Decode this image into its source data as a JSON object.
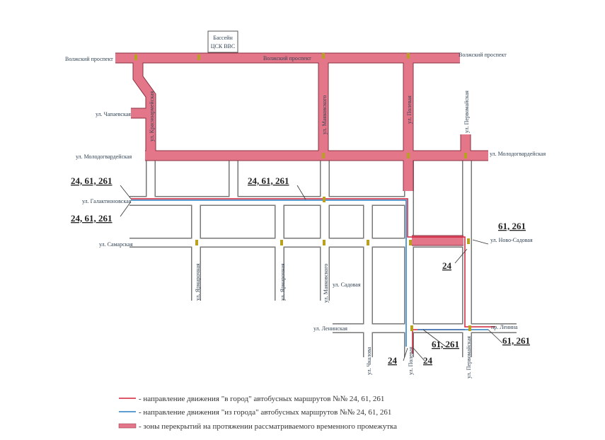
{
  "landmark": {
    "line1": "Бассейн",
    "line2": "ЦСК ВВС"
  },
  "streets": {
    "volzhsky_left": "Волжский проспект",
    "volzhsky_mid": "Волжский проспект",
    "volzhsky_right": "Волжский проспект",
    "chapaevskaya": "ул. Чапаевская",
    "molodogv_left": "ул. Молодогвардейская",
    "molodogv_right": "ул. Молодогвардейская",
    "krasnoarm": "ул. Красноармейская",
    "mayak_top": "ул. Маяковского",
    "polevaya_top": "ул. Полевая",
    "pervomay_top": "ул. Первомайская",
    "galakt": "ул. Галактионовская",
    "samarskaya": "ул. Самарская",
    "novosad": "ул. Ново-Садовая",
    "yarm1": "ул. Ярмарочная",
    "yarm2": "ул. Ярмарочная",
    "mayak_bot": "ул. Маяковского",
    "sadovaya": "ул. Садовая",
    "leninskaya": "ул. Ленинская",
    "chkalova": "ул. Чкалова",
    "polevaya_bot": "ул. Полевая",
    "pervomay_bot": "ул. Первомайская",
    "lenina": "пр. Ленина"
  },
  "route_labels": {
    "gal_top": "24, 61, 261",
    "gal_bot": "24, 61, 261",
    "gal_mid": "24, 61, 261",
    "novosad": "61, 261",
    "r24_right": "24",
    "lenin_mid": "61, 261",
    "lenin_right": "61, 261",
    "pol_left": "24",
    "pol_right": "24"
  },
  "legend": [
    {
      "text": "- направление движения \"в город\" автобусных маршрутов №№ 24, 61, 261",
      "color": "#d0203a"
    },
    {
      "text": "- направление движения \"из города\" автобусных маршрутов №№ 24, 61, 261",
      "color": "#2a7fc0"
    },
    {
      "text": "- зоны перекрытий на протяжении рассматриваемого временного промежутка",
      "color": "#e4768a"
    }
  ]
}
